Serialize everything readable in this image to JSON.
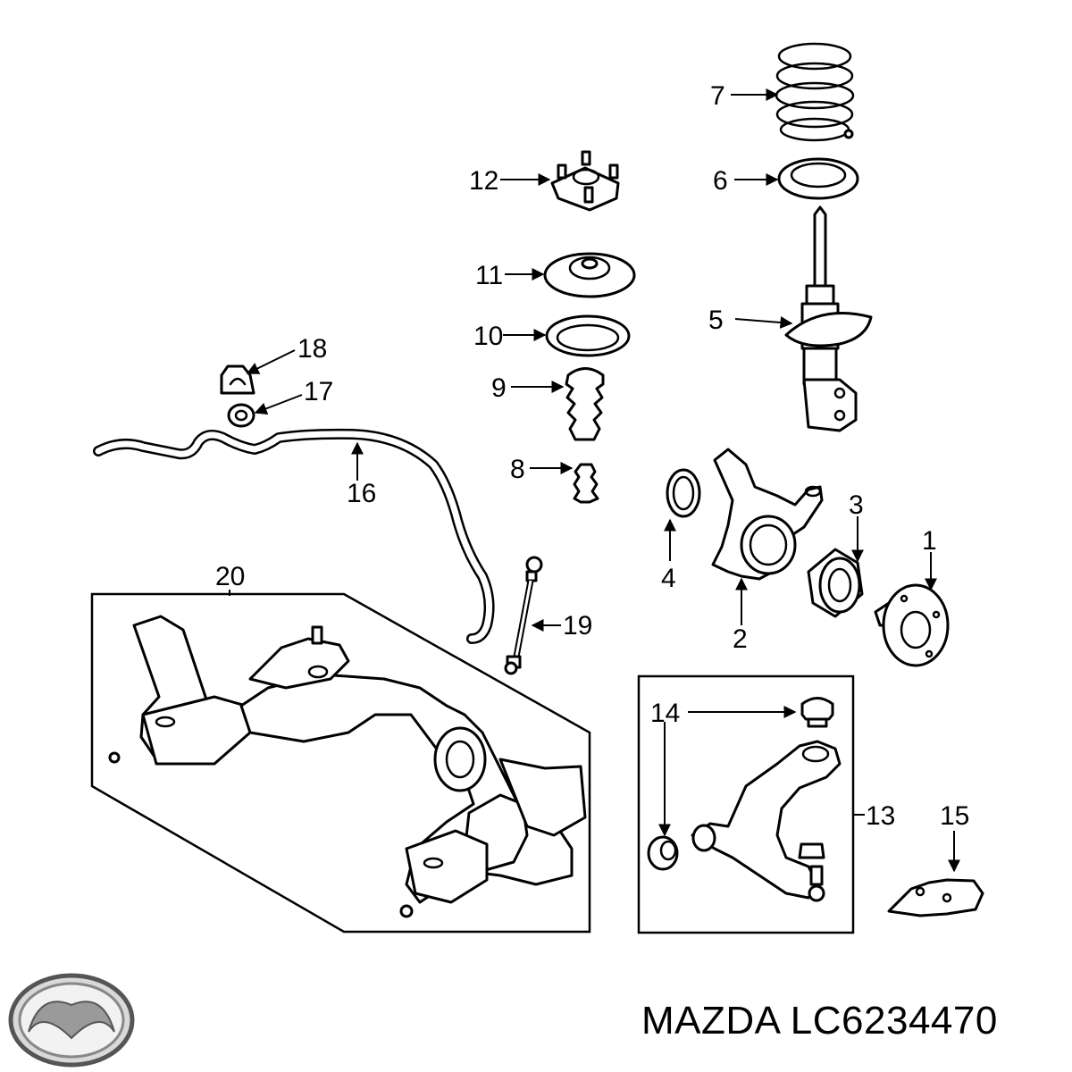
{
  "callouts": {
    "c1": "1",
    "c2": "2",
    "c3": "3",
    "c4": "4",
    "c5": "5",
    "c6": "6",
    "c7": "7",
    "c8": "8",
    "c9": "9",
    "c10": "10",
    "c11": "11",
    "c12": "12",
    "c13": "13",
    "c14": "14",
    "c15": "15",
    "c16": "16",
    "c17": "17",
    "c18": "18",
    "c19": "19",
    "c20": "20"
  },
  "brand": {
    "logo": "mazda-logo-icon",
    "caption": "MAZDA LC6234470"
  }
}
